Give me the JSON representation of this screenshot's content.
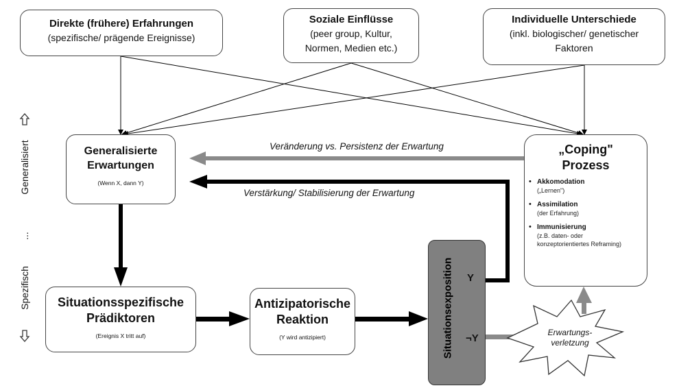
{
  "boxes": {
    "direct": {
      "title": "Direkte (frühere) Erfahrungen",
      "sub": "(spezifische/ prägende Ereignisse)"
    },
    "social": {
      "title": "Soziale Einflüsse",
      "sub1": "(peer group, Kultur,",
      "sub2": "Normen, Medien etc.)"
    },
    "individual": {
      "title": "Individuelle Unterschiede",
      "sub1": "(inkl. biologischer/ genetischer",
      "sub2": "Faktoren"
    },
    "generalized": {
      "title1": "Generalisierte",
      "title2": "Erwartungen",
      "note": "(Wenn X, dann Y)"
    },
    "coping": {
      "title1": "„Coping\"",
      "title2": "Prozess",
      "items": [
        {
          "title": "Akkomodation",
          "desc": "(„Lernen\")"
        },
        {
          "title": "Assimilation",
          "desc": "(der Erfahrung)"
        },
        {
          "title": "Immunisierung",
          "desc": "(z.B. daten- oder konzeptorientiertes Reframing)"
        }
      ]
    },
    "predictors": {
      "title1": "Situationsspezifische",
      "title2": "Prädiktoren",
      "note": "(Ereignis X tritt auf)"
    },
    "anticipatory": {
      "title1": "Antizipatorische",
      "title2": "Reaktion",
      "note": "(Y wird antizipiert)"
    },
    "exposure": {
      "label": "Situationsexposition",
      "y": "Y",
      "not_y": "¬Y"
    },
    "violation": {
      "line1": "Erwartungs-",
      "line2": "verletzung"
    }
  },
  "arrow_labels": {
    "change": "Veränderung vs. Persistenz der Erwartung",
    "reinforce": "Verstärkung/ Stabilisierung der Erwartung"
  },
  "side_axis": {
    "top": "Generalisiert",
    "middle": "...",
    "bottom": "Spezifisch",
    "up_icon": "pointing-hand-up-icon",
    "down_icon": "pointing-hand-down-icon"
  },
  "colors": {
    "gray_arrow": "#8a8a8a",
    "exposure_fill": "#808080",
    "black": "#000000"
  }
}
